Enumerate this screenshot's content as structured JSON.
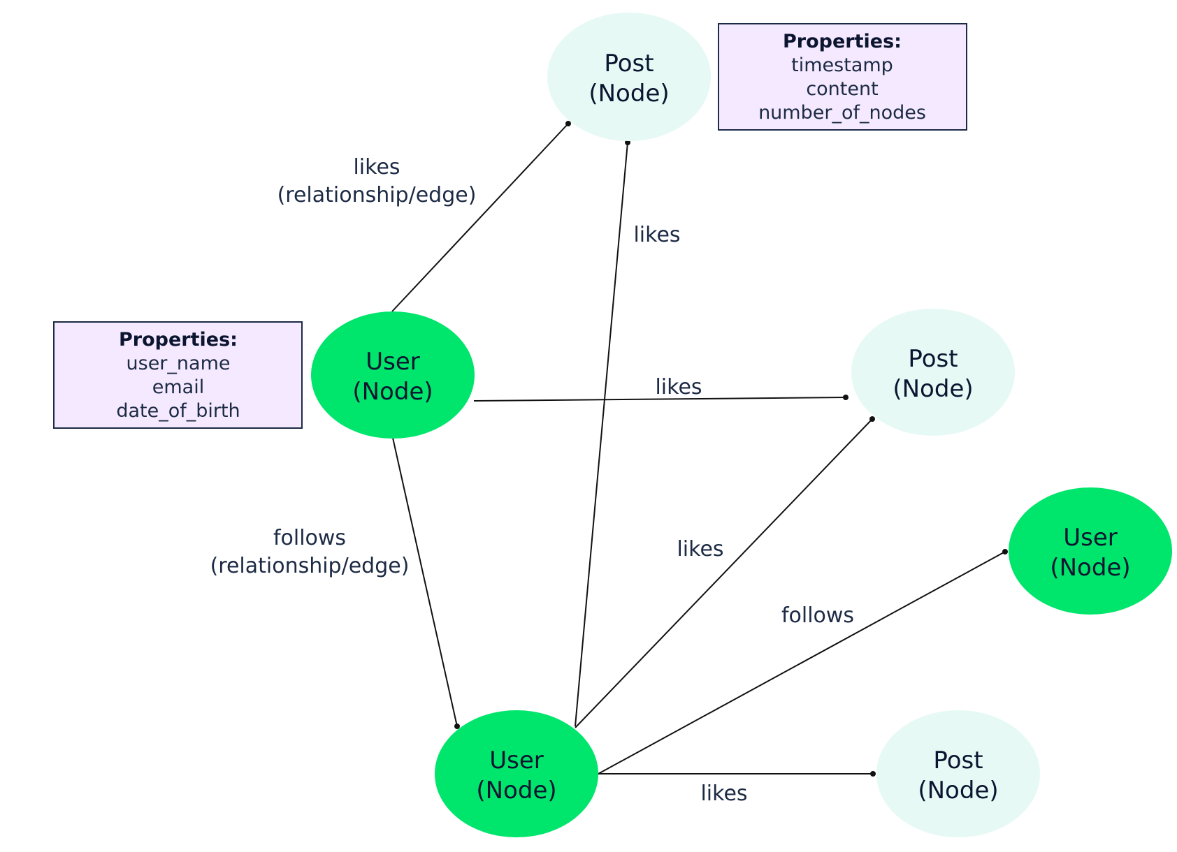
{
  "nodes": {
    "post_top": {
      "line1": "Post",
      "line2": "(Node)",
      "color": "#e6f9f5"
    },
    "user_left": {
      "line1": "User",
      "line2": "(Node)",
      "color": "#00e56b"
    },
    "post_mid": {
      "line1": "Post",
      "line2": "(Node)",
      "color": "#e6f9f5"
    },
    "user_right": {
      "line1": "User",
      "line2": "(Node)",
      "color": "#00e56b"
    },
    "user_bottom": {
      "line1": "User",
      "line2": "(Node)",
      "color": "#00e56b"
    },
    "post_bottom": {
      "line1": "Post",
      "line2": "(Node)",
      "color": "#e6f9f5"
    }
  },
  "properties": {
    "post": {
      "title": "Properties:",
      "items": [
        "timestamp",
        "content",
        "number_of_nodes"
      ],
      "fill": "#f5e9ff"
    },
    "user": {
      "title": "Properties:",
      "items": [
        "user_name",
        "email",
        "date_of_birth"
      ],
      "fill": "#f5e9ff"
    }
  },
  "edges": {
    "user_left_post_top": {
      "line1": "likes",
      "line2": "(relationship/edge)"
    },
    "user_bottom_post_top": {
      "line1": "likes"
    },
    "user_left_post_mid": {
      "line1": "likes"
    },
    "user_left_user_bottom": {
      "line1": "follows",
      "line2": "(relationship/edge)"
    },
    "user_bottom_post_mid": {
      "line1": "likes"
    },
    "user_bottom_user_right": {
      "line1": "follows"
    },
    "user_bottom_post_bottom": {
      "line1": "likes"
    }
  }
}
